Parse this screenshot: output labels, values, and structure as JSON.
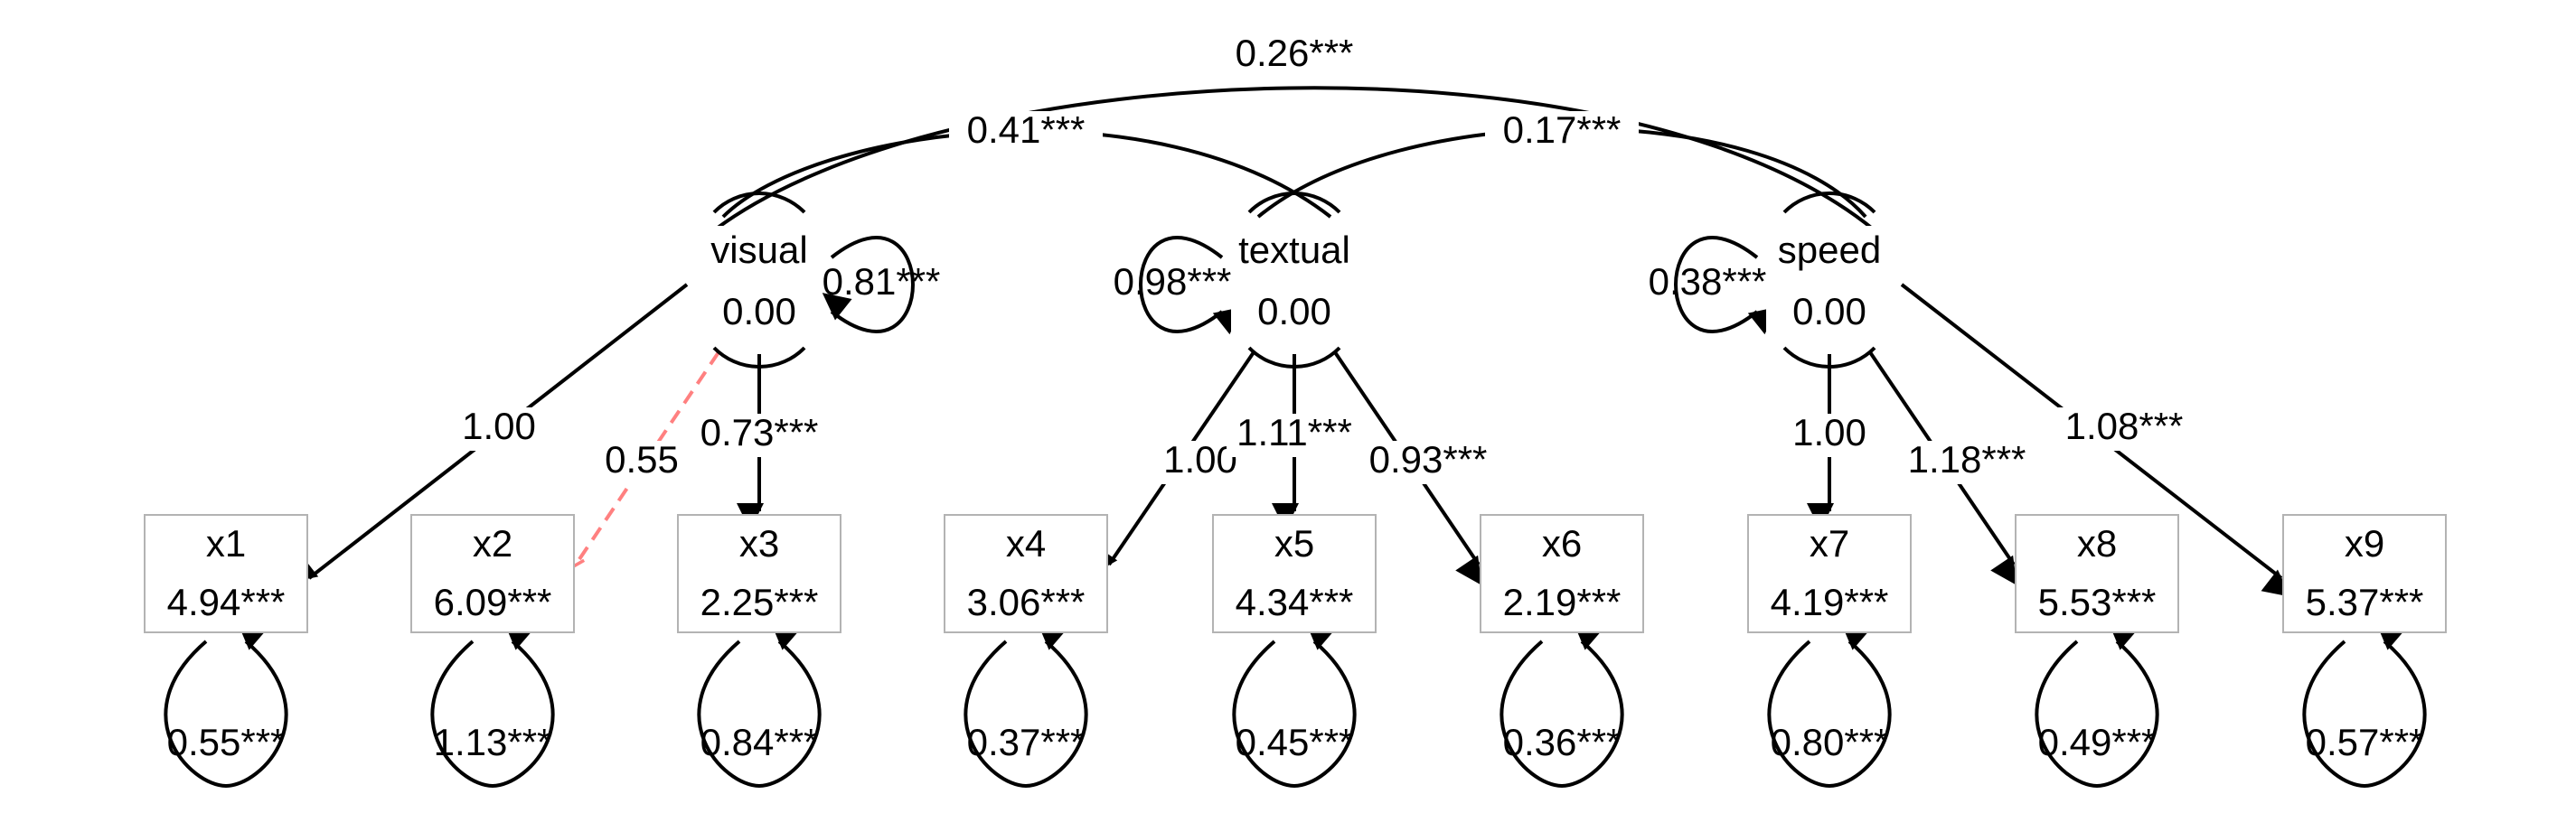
{
  "latents": [
    {
      "id": "visual",
      "name": "visual",
      "mean": "0.00",
      "variance": "0.81***",
      "var_side": "right"
    },
    {
      "id": "textual",
      "name": "textual",
      "mean": "0.00",
      "variance": "0.98***",
      "var_side": "left"
    },
    {
      "id": "speed",
      "name": "speed",
      "mean": "0.00",
      "variance": "0.38***",
      "var_side": "left"
    }
  ],
  "observed": [
    {
      "id": "x1",
      "name": "x1",
      "intercept": "4.94***",
      "residual": "0.55***"
    },
    {
      "id": "x2",
      "name": "x2",
      "intercept": "6.09***",
      "residual": "1.13***"
    },
    {
      "id": "x3",
      "name": "x3",
      "intercept": "2.25***",
      "residual": "0.84***"
    },
    {
      "id": "x4",
      "name": "x4",
      "intercept": "3.06***",
      "residual": "0.37***"
    },
    {
      "id": "x5",
      "name": "x5",
      "intercept": "4.34***",
      "residual": "0.45***"
    },
    {
      "id": "x6",
      "name": "x6",
      "intercept": "2.19***",
      "residual": "0.36***"
    },
    {
      "id": "x7",
      "name": "x7",
      "intercept": "4.19***",
      "residual": "0.80***"
    },
    {
      "id": "x8",
      "name": "x8",
      "intercept": "5.53***",
      "residual": "0.49***"
    },
    {
      "id": "x9",
      "name": "x9",
      "intercept": "5.37***",
      "residual": "0.57***"
    }
  ],
  "loadings": [
    {
      "from": "visual",
      "to": "x1",
      "label": "1.00",
      "style": "solid"
    },
    {
      "from": "visual",
      "to": "x2",
      "label": "0.55",
      "style": "dashed"
    },
    {
      "from": "visual",
      "to": "x3",
      "label": "0.73***",
      "style": "solid"
    },
    {
      "from": "textual",
      "to": "x4",
      "label": "1.00",
      "style": "solid"
    },
    {
      "from": "textual",
      "to": "x5",
      "label": "1.11***",
      "style": "solid"
    },
    {
      "from": "textual",
      "to": "x6",
      "label": "0.93***",
      "style": "solid"
    },
    {
      "from": "speed",
      "to": "x7",
      "label": "1.00",
      "style": "solid"
    },
    {
      "from": "speed",
      "to": "x8",
      "label": "1.18***",
      "style": "solid"
    },
    {
      "from": "speed",
      "to": "x9",
      "label": "1.08***",
      "style": "solid"
    }
  ],
  "covariances": [
    {
      "a": "visual",
      "b": "speed",
      "label": "0.26***"
    },
    {
      "a": "visual",
      "b": "textual",
      "label": "0.41***"
    },
    {
      "a": "textual",
      "b": "speed",
      "label": "0.17***"
    }
  ],
  "colors": {
    "edge": "#000000",
    "nonsignificant_edge": "#ff8080",
    "box_border": "#b3b3b3"
  }
}
